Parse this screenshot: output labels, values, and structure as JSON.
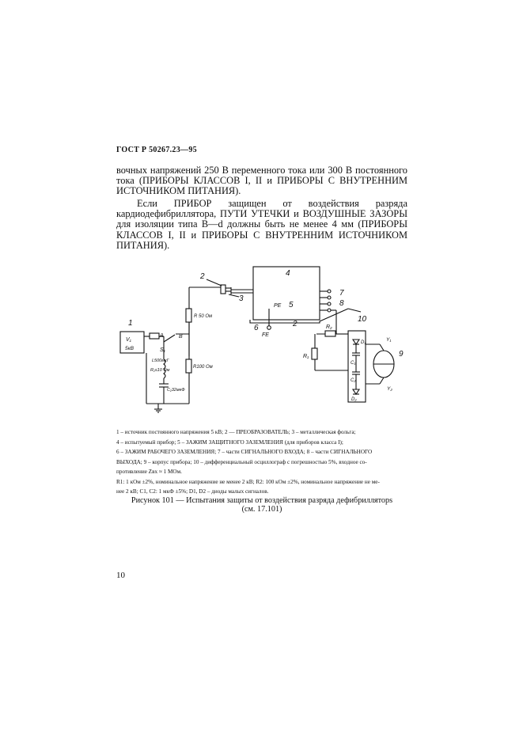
{
  "header": "ГОСТ Р 50267.23—95",
  "paragraphs": [
    "вочных напряжений 250 В переменного тока или 300 В постоянного тока (ПРИБОРЫ КЛАССОВ I, II и ПРИБОРЫ С ВНУТРЕННИМ ИСТОЧНИКОМ ПИТАНИЯ).",
    "Если ПРИБОР защищен от воздействия разряда кардиодефибриллятора, ПУТИ УТЕЧКИ и ВОЗДУШНЫЕ ЗАЗОРЫ для изоляции типа B—d должны быть не менее 4 мм (ПРИБОРЫ КЛАССОВ I, II и ПРИБОРЫ С ВНУТРЕННИМ ИСТОЧНИКОМ ПИТАНИЯ)."
  ],
  "diagram": {
    "numbers": [
      "1",
      "2",
      "3",
      "4",
      "5",
      "6",
      "7",
      "8",
      "9",
      "10",
      "2"
    ],
    "component_labels": {
      "v1": "V₁",
      "kv": "5кВ",
      "a": "A",
      "b": "B",
      "s1": "S₁",
      "l": "L500мкГ",
      "rl": "R₁≤10 Ом",
      "c": "C₁32мкФ",
      "r50": "R 50 Ом",
      "r100": "R100 Ом",
      "pe": "PE",
      "fe": "FE",
      "r2": "R₂",
      "r1": "R₁",
      "d1": "D₁",
      "c1": "C₁",
      "c2": "C₂",
      "d2": "D₂",
      "y1": "Y₁",
      "y2": "Y₂"
    }
  },
  "legend": [
    "1 – источник постоянного напряжения 5 кВ; 2 — ПРЕОБРАЗОВАТЕЛЬ; 3 – металлическая фольга;",
    "4 – испытуемый прибор; 5 – ЗАЖИМ ЗАЩИТНОГО ЗАЗЕМЛЕНИЯ (для приборов класса I);",
    "6 – ЗАЖИМ РАБОЧЕГО ЗАЗЕМЛЕНИЯ; 7 – части СИГНАЛЬНОГО ВХОДА; 8 – части СИГНАЛЬНОГО",
    "ВЫХОДА; 9 – корпус прибора; 10 – дифференциальный осциллограф с погрешностью 5%, входное со-",
    "противление Zвх ≈ 1 МОм.",
    "R1: 1 кОм ±2%, номинальное напряжение не менее 2 кВ; R2: 100 кОм ±2%, номинальное напряжение не ме-",
    "нее 2 кВ; C1, C2: 1 мкФ ±5%; D1, D2 – диоды малых сигналов."
  ],
  "caption": {
    "line1": "Рисунок 101 — Испытания защиты от воздействия разряда дефибрилляторs",
    "line2": "(см. 17.101)"
  },
  "page_number": "10"
}
